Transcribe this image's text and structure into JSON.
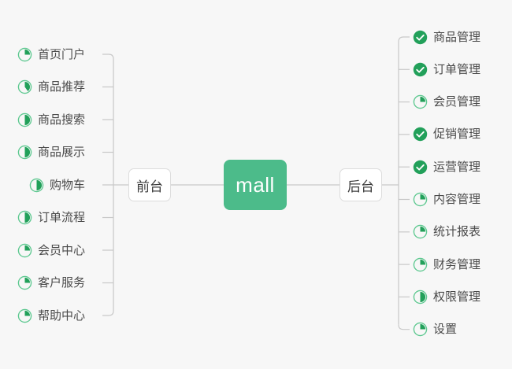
{
  "diagram": {
    "title": "mall",
    "type": "mindmap",
    "background_color": "#f7f7f7",
    "accent_color": "#4cbb8a",
    "done_color": "#22a05a",
    "line_color": "#c8c8c8",
    "text_color": "#4a4a4a"
  },
  "center": {
    "label": "mall"
  },
  "branches": [
    {
      "key": "front",
      "label": "前台"
    },
    {
      "key": "back",
      "label": "后台"
    }
  ],
  "front_items": [
    {
      "label": "首页门户",
      "icon": "pie-progress-icon",
      "progress": 25
    },
    {
      "label": "商品推荐",
      "icon": "pie-progress-icon",
      "progress": 40
    },
    {
      "label": "商品搜索",
      "icon": "pie-progress-icon",
      "progress": 50
    },
    {
      "label": "商品展示",
      "icon": "pie-progress-icon",
      "progress": 50
    },
    {
      "label": "购物车",
      "icon": "pie-progress-icon",
      "progress": 50
    },
    {
      "label": "订单流程",
      "icon": "pie-progress-icon",
      "progress": 50
    },
    {
      "label": "会员中心",
      "icon": "pie-progress-icon",
      "progress": 25
    },
    {
      "label": "客户服务",
      "icon": "pie-progress-icon",
      "progress": 25
    },
    {
      "label": "帮助中心",
      "icon": "pie-progress-icon",
      "progress": 25
    }
  ],
  "back_items": [
    {
      "label": "商品管理",
      "icon": "check-circle-icon",
      "progress": 100
    },
    {
      "label": "订单管理",
      "icon": "check-circle-icon",
      "progress": 100
    },
    {
      "label": "会员管理",
      "icon": "pie-progress-icon",
      "progress": 25
    },
    {
      "label": "促销管理",
      "icon": "check-circle-icon",
      "progress": 100
    },
    {
      "label": "运营管理",
      "icon": "check-circle-icon",
      "progress": 100
    },
    {
      "label": "内容管理",
      "icon": "pie-progress-icon",
      "progress": 25
    },
    {
      "label": "统计报表",
      "icon": "pie-progress-icon",
      "progress": 25
    },
    {
      "label": "财务管理",
      "icon": "pie-progress-icon",
      "progress": 25
    },
    {
      "label": "权限管理",
      "icon": "pie-progress-icon",
      "progress": 50
    },
    {
      "label": "设置",
      "icon": "pie-progress-icon",
      "progress": 25
    }
  ]
}
